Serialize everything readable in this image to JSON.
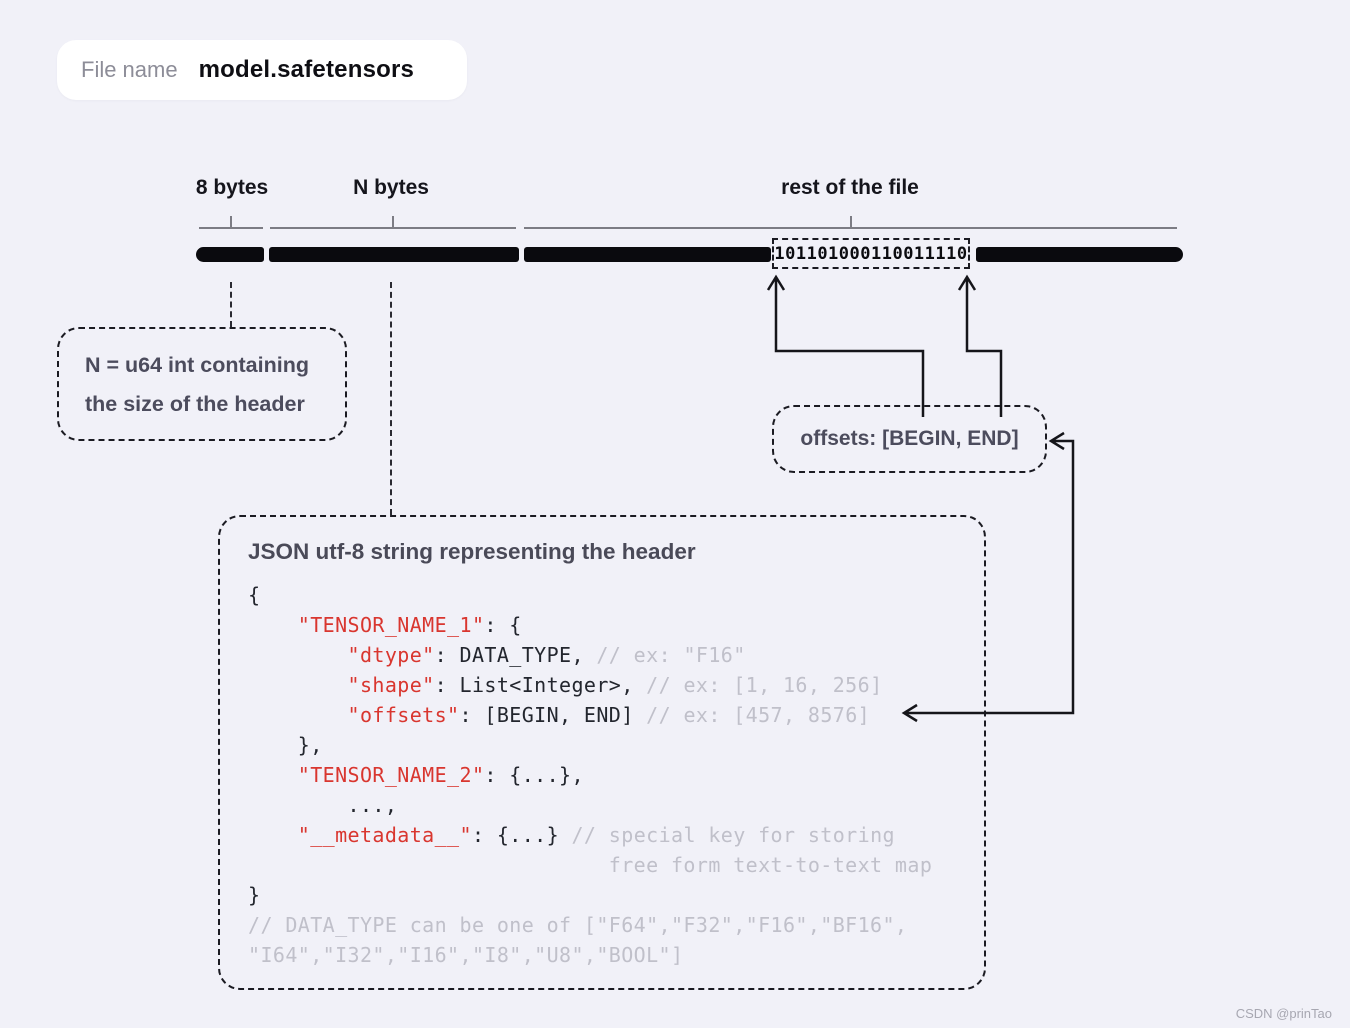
{
  "file_badge": {
    "label": "File name",
    "value": "model.safetensors"
  },
  "bar": {
    "labels": [
      {
        "text": "8 bytes"
      },
      {
        "text": "N bytes"
      },
      {
        "text": "rest of the file"
      }
    ],
    "binary": "101101000110011110"
  },
  "callouts": {
    "n_note": {
      "line1": "N = u64 int containing",
      "line2": "the size of the header"
    },
    "offsets_note": "offsets: [BEGIN, END]"
  },
  "header_box": {
    "title": "JSON utf-8 string representing the header",
    "code": [
      [
        {
          "t": "{",
          "c": "p"
        }
      ],
      [
        {
          "t": "    ",
          "c": "p"
        },
        {
          "t": "\"TENSOR_NAME_1\"",
          "c": "k"
        },
        {
          "t": ": {",
          "c": "p"
        }
      ],
      [
        {
          "t": "        ",
          "c": "p"
        },
        {
          "t": "\"dtype\"",
          "c": "k"
        },
        {
          "t": ": DATA_TYPE, ",
          "c": "p"
        },
        {
          "t": "// ex: \"F16\"",
          "c": "g"
        }
      ],
      [
        {
          "t": "        ",
          "c": "p"
        },
        {
          "t": "\"shape\"",
          "c": "k"
        },
        {
          "t": ": List<Integer>, ",
          "c": "p"
        },
        {
          "t": "// ex: [1, 16, 256]",
          "c": "g"
        }
      ],
      [
        {
          "t": "        ",
          "c": "p"
        },
        {
          "t": "\"offsets\"",
          "c": "k"
        },
        {
          "t": ": [BEGIN, END] ",
          "c": "p"
        },
        {
          "t": "// ex: [457, 8576]",
          "c": "g"
        }
      ],
      [
        {
          "t": "    },",
          "c": "p"
        }
      ],
      [
        {
          "t": "    ",
          "c": "p"
        },
        {
          "t": "\"TENSOR_NAME_2\"",
          "c": "k"
        },
        {
          "t": ": {...},",
          "c": "p"
        }
      ],
      [
        {
          "t": "        ...,",
          "c": "p"
        }
      ],
      [
        {
          "t": "    ",
          "c": "p"
        },
        {
          "t": "\"__metadata__\"",
          "c": "k"
        },
        {
          "t": ": {...} ",
          "c": "p"
        },
        {
          "t": "// special key for storing",
          "c": "g"
        }
      ],
      [
        {
          "t": "                             free form text-to-text map",
          "c": "g"
        }
      ],
      [
        {
          "t": "}",
          "c": "p"
        }
      ],
      [
        {
          "t": "// DATA_TYPE can be one of [\"F64\",\"F32\",\"F16\",\"BF16\",",
          "c": "g"
        }
      ],
      [
        {
          "t": "\"I64\",\"I32\",\"I16\",\"I8\",\"U8\",\"BOOL\"]",
          "c": "g"
        }
      ]
    ]
  },
  "watermark": "CSDN @prinTao"
}
